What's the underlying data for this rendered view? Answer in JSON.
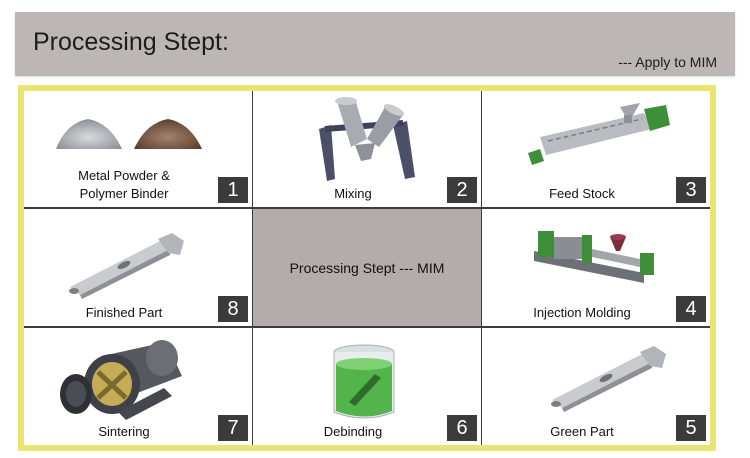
{
  "header": {
    "title": "Processing Stept:",
    "subtitle": "--- Apply to MIM"
  },
  "center": {
    "label": "Processing Stept --- MIM"
  },
  "steps": [
    {
      "label_line1": "Metal Powder &",
      "label_line2": "Polymer Binder",
      "number": "1",
      "icon": "powder-piles-icon"
    },
    {
      "label": "Mixing",
      "number": "2",
      "icon": "v-mixer-icon"
    },
    {
      "label": "Feed Stock",
      "number": "3",
      "icon": "extruder-icon"
    },
    {
      "label": "Injection Molding",
      "number": "4",
      "icon": "injection-machine-icon"
    },
    {
      "label": "Green Part",
      "number": "5",
      "icon": "green-part-icon"
    },
    {
      "label": "Debinding",
      "number": "6",
      "icon": "debinding-beaker-icon"
    },
    {
      "label": "Sintering",
      "number": "7",
      "icon": "sintering-furnace-icon"
    },
    {
      "label": "Finished Part",
      "number": "8",
      "icon": "finished-part-icon"
    }
  ],
  "colors": {
    "header_bg": "#bcb6b7",
    "frame": "#e9e573",
    "center_bg": "#b3abac",
    "badge_bg": "#3b3b3b"
  }
}
